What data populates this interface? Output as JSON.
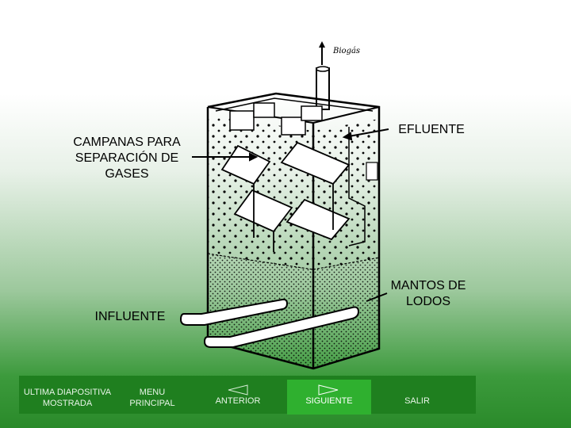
{
  "labels": {
    "gas_outlet": "Biogás",
    "campanas": [
      "CAMPANAS PARA",
      "SEPARACIÓN DE",
      "GASES"
    ],
    "efluente": "EFLUENTE",
    "mantos": [
      "MANTOS DE",
      "LODOS"
    ],
    "influente": "INFLUENTE"
  },
  "nav": {
    "last_slide": [
      "ULTIMA DIAPOSITIVA",
      "MOSTRADA"
    ],
    "main_menu": [
      "MENU",
      "PRINCIPAL"
    ],
    "previous": "ANTERIOR",
    "next": "SIGUIENTE",
    "exit": "SALIR"
  },
  "colors": {
    "nav_bg": "#1f7f1f",
    "nav_active": "#2fb02f"
  }
}
